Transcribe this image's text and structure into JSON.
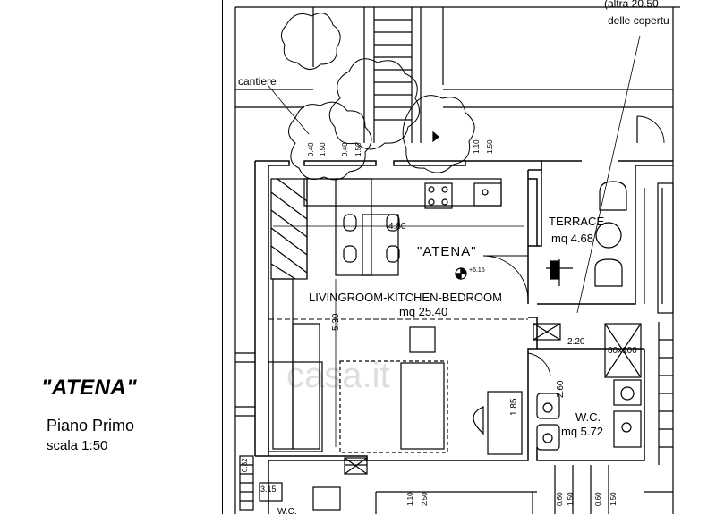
{
  "title": "\"ATENA\"",
  "floor_label": "Piano Primo",
  "scale_label": "scala 1:50",
  "watermark": "casa.it",
  "plan": {
    "labels": {
      "cantiere": "cantiere",
      "top_right_note_1": "(altra 20.50",
      "top_right_note_2": "delle copertu",
      "room_name": "\"ATENA\"",
      "living_name": "LIVINGROOM-KITCHEN-BEDROOM",
      "living_area": "mq 25.40",
      "terrace_name": "TERRACE",
      "terrace_area": "mq 4.68",
      "wc_name": "W.C.",
      "wc_area": "mq 5.72",
      "shower": "80x100",
      "elevation": "+6.15"
    },
    "dimensions": {
      "d_040_a": "0.40",
      "d_150_a": "1.50",
      "d_040_b": "0.40",
      "d_150_b": "1.50",
      "d_110_top": "1.10",
      "d_150_top": "1.50",
      "width_480": "4.80",
      "height_530": "5.30",
      "d_220": "2.20",
      "d_260": "2.60",
      "d_185": "1.85",
      "d_110_bot": "1.10",
      "d_250_bot": "2.50",
      "d_060_a": "0.60",
      "d_150_bot_a": "1.50",
      "d_060_b": "0.60",
      "d_150_bot_b": "1.50",
      "d_315": "3.15",
      "d_032": "0.32",
      "wc_bottom": "W.C."
    }
  }
}
